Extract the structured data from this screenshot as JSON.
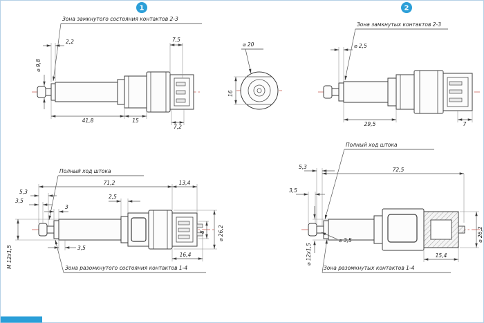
{
  "badges": {
    "one": "1",
    "two": "2"
  },
  "colors": {
    "accent": "#2b9fd8",
    "centerline": "#c9574e"
  },
  "views": {
    "top_left": {
      "annotation": "Зона замкнутого состояния контактов 2-3",
      "dim_2_2": "2,2",
      "dim_7_5": "7,5",
      "dim_d9_8": "⌀ 9,8",
      "dim_41_8": "41,8",
      "dim_15": "15",
      "dim_7_2": "7,2"
    },
    "front": {
      "dim_d20": "⌀ 20",
      "dim_16": "16"
    },
    "top_right": {
      "annotation": "Зона замкнутых контактов 2-3",
      "dim_d2_5": "⌀ 2,5",
      "dim_29_5": "29,5",
      "dim_7": "7"
    },
    "bottom_left": {
      "stroke_label": "Полный ход штока",
      "zone_label": "Зона разомкнутого состояния контактов 1-4",
      "dim_5_3": "5,3",
      "dim_3_5_top": "3,5",
      "dim_3": "3",
      "dim_2_5": "2,5",
      "dim_71_2": "71,2",
      "dim_13_4": "13,4",
      "dim_8": "8",
      "dim_d26_2": "⌀ 26,2",
      "dim_thread": "М 12х1,5",
      "dim_3_5_bot": "3,5",
      "dim_16_4": "16,4"
    },
    "bottom_right": {
      "stroke_label": "Полный ход штока",
      "zone_label": "Зона разомкнутых контактов 1-4",
      "dim_5_3": "5,3",
      "dim_72_5": "72,5",
      "dim_3_5": "3,5",
      "dim_d3_5": "⌀ 3,5",
      "dim_thread": "⌀ 12х1,5",
      "dim_15_4": "15,4",
      "dim_d26_2": "⌀ 26,2"
    }
  }
}
